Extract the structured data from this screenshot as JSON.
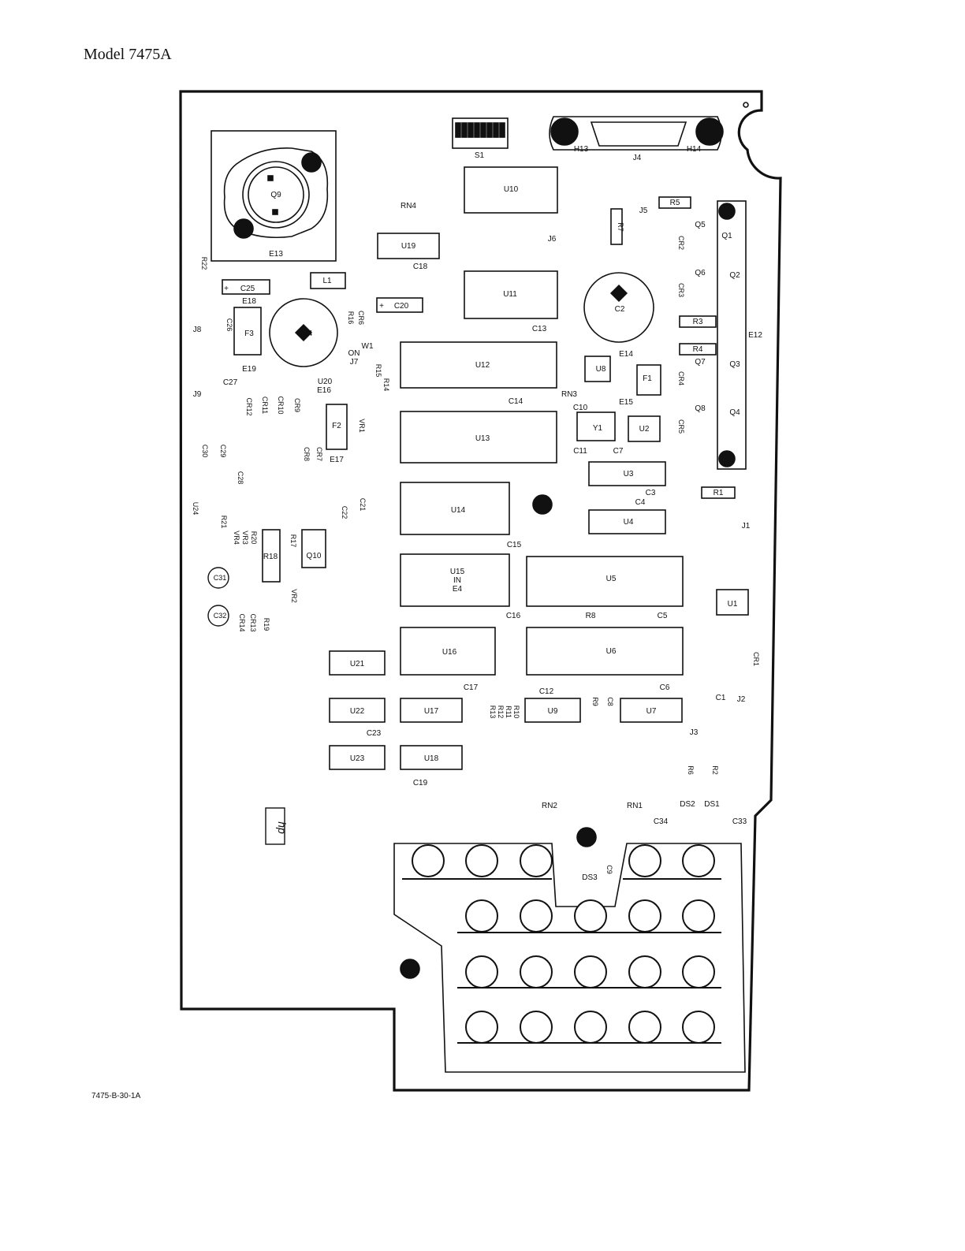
{
  "header": {
    "title": "Model 7475A"
  },
  "footer": {
    "figure_id": "7475-B-30-1A"
  },
  "logo": {
    "text": "hp"
  },
  "ics": {
    "U10": "U10",
    "U11": "U11",
    "U12": "U12",
    "U13": "U13",
    "U14": "U14",
    "U15": "U15",
    "U15_note1": "IN",
    "U15_note2": "E4",
    "U5": "U5",
    "U16": "U16",
    "U6": "U6",
    "U3": "U3",
    "U4": "U4",
    "U1": "U1",
    "U2": "U2",
    "U8": "U8",
    "U9": "U9",
    "U7": "U7",
    "U17": "U17",
    "U18": "U18",
    "U19": "U19",
    "U21": "U21",
    "U22": "U22",
    "U23": "U23",
    "U20": "U20",
    "U24": "U24"
  },
  "caps": {
    "C1": "C1",
    "C2": "C2",
    "C3": "C3",
    "C4": "C4",
    "C5": "C5",
    "C6": "C6",
    "C7": "C7",
    "C8": "C8",
    "C9": "C9",
    "C10": "C10",
    "C11": "C11",
    "C12": "C12",
    "C13": "C13",
    "C14": "C14",
    "C15": "C15",
    "C16": "C16",
    "C17": "C17",
    "C18": "C18",
    "C19": "C19",
    "C20": "C20",
    "C21": "C21",
    "C22": "C22",
    "C23": "C23",
    "C24": "C24",
    "C25": "C25",
    "C26": "C26",
    "C27": "C27",
    "C28": "C28",
    "C29": "C29",
    "C30": "C30",
    "C31": "C31",
    "C32": "C32",
    "C33": "C33",
    "C34": "C34"
  },
  "resistors": {
    "R1": "R1",
    "R2": "R2",
    "R3": "R3",
    "R4": "R4",
    "R5": "R5",
    "R6": "R6",
    "R7": "R7",
    "R8": "R8",
    "R9": "R9",
    "R10": "R10",
    "R11": "R11",
    "R12": "R12",
    "R13": "R13",
    "R14": "R14",
    "R15": "R15",
    "R16": "R16",
    "R17": "R17",
    "R18": "R18",
    "R19": "R19",
    "R20": "R20",
    "R21": "R21",
    "R22": "R22"
  },
  "diodes": {
    "CR1": "CR1",
    "CR2": "CR2",
    "CR3": "CR3",
    "CR4": "CR4",
    "CR5": "CR5",
    "CR6": "CR6",
    "CR7": "CR7",
    "CR8": "CR8",
    "CR9": "CR9",
    "CR10": "CR10",
    "CR11": "CR11",
    "CR12": "CR12",
    "CR13": "CR13",
    "CR14": "CR14",
    "VR1": "VR1",
    "VR2": "VR2",
    "VR3": "VR3",
    "VR4": "VR4"
  },
  "transistors": {
    "Q1": "Q1",
    "Q2": "Q2",
    "Q3": "Q3",
    "Q4": "Q4",
    "Q5": "Q5",
    "Q6": "Q6",
    "Q7": "Q7",
    "Q8": "Q8",
    "Q9": "Q9",
    "Q10": "Q10"
  },
  "connectors": {
    "J1": "J1",
    "J2": "J2",
    "J3": "J3",
    "J4": "J4",
    "J5": "J5",
    "J6": "J6",
    "J7": "J7",
    "J8": "J8",
    "J9": "J9",
    "H13": "H13",
    "H14": "H14",
    "S1": "S1",
    "RN1": "RN1",
    "RN2": "RN2",
    "RN3": "RN3",
    "RN4": "RN4",
    "E12": "E12",
    "E13": "E13",
    "E14": "E14",
    "E15": "E15",
    "E16": "E16",
    "E17": "E17",
    "E18": "E18",
    "E19": "E19",
    "F1": "F1",
    "F2": "F2",
    "F3": "F3",
    "L1": "L1",
    "Y1": "Y1",
    "W1": "W1",
    "ON": "ON",
    "DS1": "DS1",
    "DS2": "DS2",
    "DS3": "DS3"
  },
  "symbols": {
    "plus": "+"
  }
}
